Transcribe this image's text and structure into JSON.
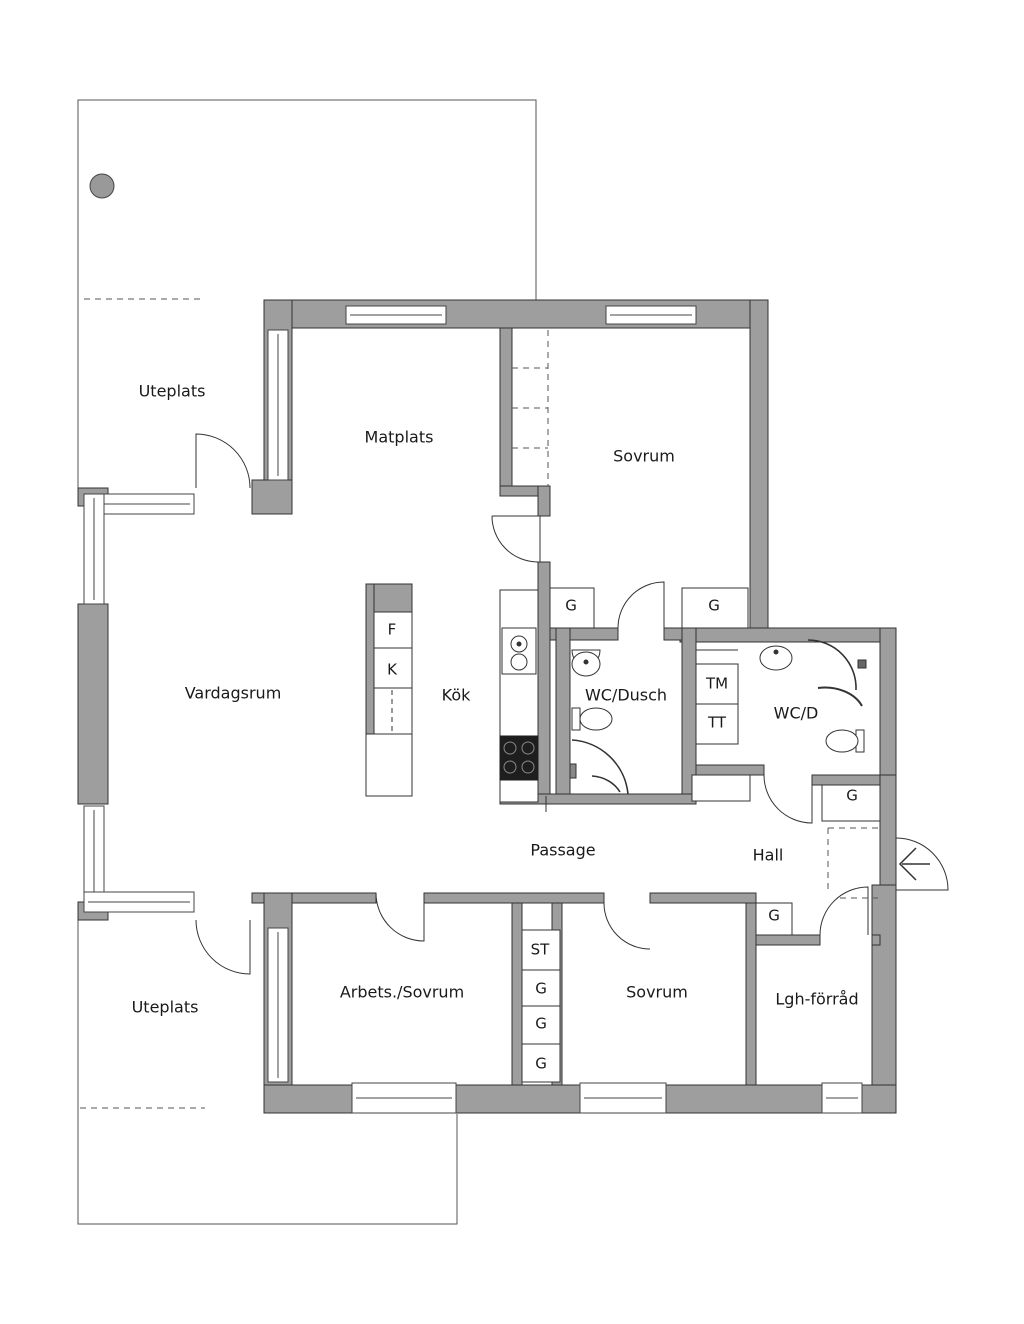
{
  "rooms": {
    "uteplats_top": "Uteplats",
    "matplats": "Matplats",
    "sovrum_top": "Sovrum",
    "vardagsrum": "Vardagsrum",
    "kok": "Kök",
    "wc_dusch": "WC/Dusch",
    "wc_d": "WC/D",
    "passage": "Passage",
    "hall": "Hall",
    "arbets_sovrum": "Arbets./Sovrum",
    "sovrum_bottom": "Sovrum",
    "lgh_forrad": "Lgh-förråd",
    "uteplats_bottom": "Uteplats"
  },
  "fixtures": {
    "island_f": "F",
    "island_k": "K",
    "g_sovrum_left": "G",
    "g_sovrum_right": "G",
    "tm": "TM",
    "tt": "TT",
    "g_hall": "G",
    "g_lgh": "G",
    "st": "ST",
    "g_stack_1": "G",
    "g_stack_2": "G",
    "g_stack_3": "G"
  },
  "colors": {
    "wall": "#9e9e9e",
    "line": "#333333",
    "stove": "#1e1e1e"
  }
}
